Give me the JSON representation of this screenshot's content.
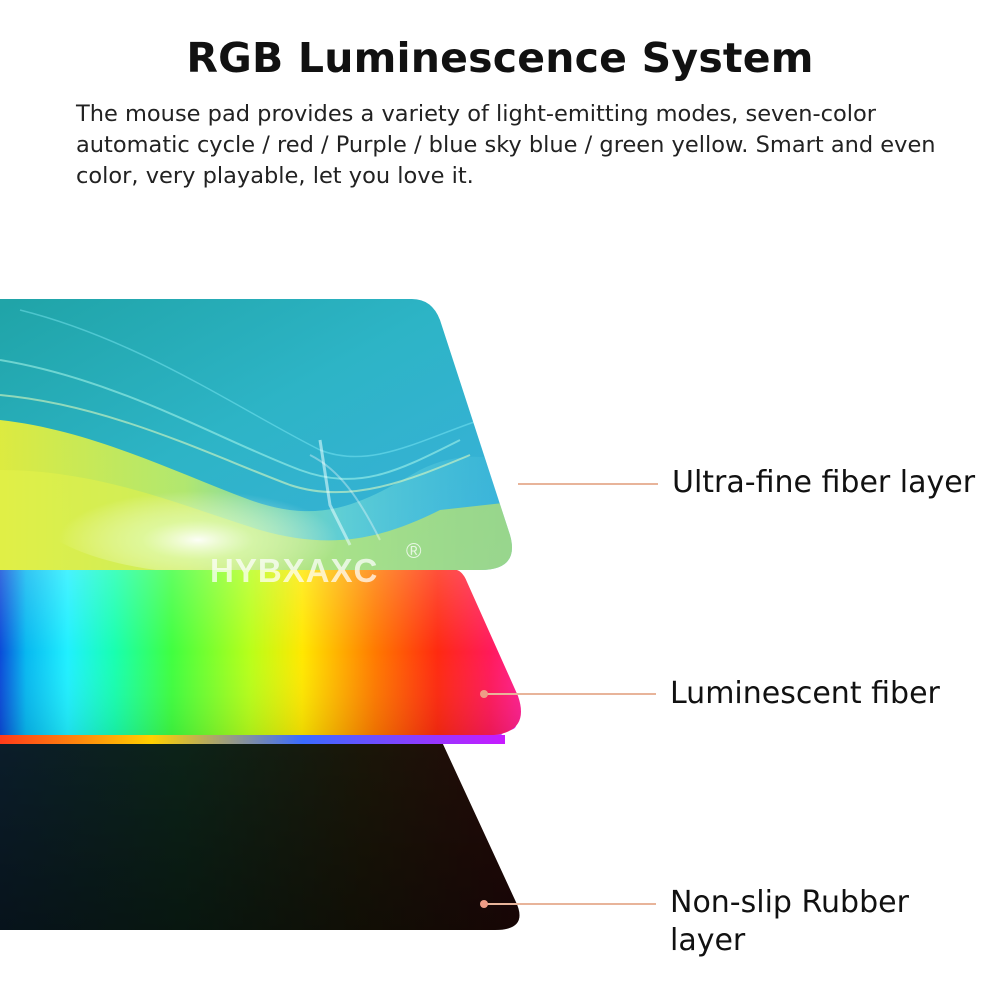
{
  "header": {
    "title": "RGB Luminescence System",
    "description": "The mouse pad provides a variety of light-emitting modes, seven-color automatic cycle / red / Purple / blue sky blue / green yellow. Smart and even color, very playable, let you love it."
  },
  "layers": [
    {
      "label": "Ultra-fine fiber layer"
    },
    {
      "label": "Luminescent fiber"
    },
    {
      "label": "Non-slip Rubber layer"
    }
  ],
  "watermark": {
    "brand": "HYBXAXC",
    "registered": "®"
  },
  "colors": {
    "leader_line": "#e8b49a",
    "leader_dot": "#ee9d86",
    "top_layer": "#2ab3c8",
    "rubber_layer": "#0d1a14"
  }
}
